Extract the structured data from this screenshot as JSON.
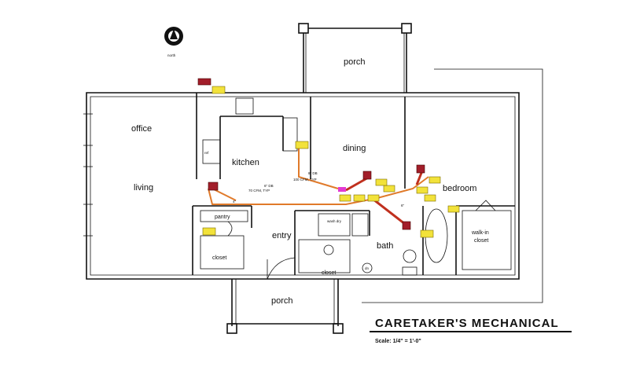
{
  "rooms": {
    "office": "office",
    "living": "living",
    "kitchen": "kitchen",
    "dining": "dining",
    "bedroom": "bedroom",
    "entry": "entry",
    "bath": "bath",
    "closet_left": "closet",
    "closet_bath": "closet",
    "pantry": "pantry",
    "walk_in_closet_line1": "walk-in",
    "walk_in_closet_line2": "closet",
    "porch_top": "porch",
    "porch_bottom": "porch",
    "wash_dry": "wash dry",
    "ref": "ref",
    "dn": "dn"
  },
  "labels": {
    "north": "north",
    "duct_a": "8\" DB",
    "duct_b": "100 CFM, TYP",
    "duct_c": "6\" DB",
    "duct_d": "70 CFM, TYP",
    "duct_e": "4\"",
    "duct_f": "6\""
  },
  "title_block": {
    "title": "CARETAKER'S MECHANICAL",
    "scale": "Scale: 1/4\" = 1'-0\""
  },
  "colors": {
    "supply_duct": "#e07a2a",
    "main_duct": "#c0301e",
    "unit": "#a21e2a",
    "tag": "#f2e23a",
    "accent": "#e23ad2"
  }
}
